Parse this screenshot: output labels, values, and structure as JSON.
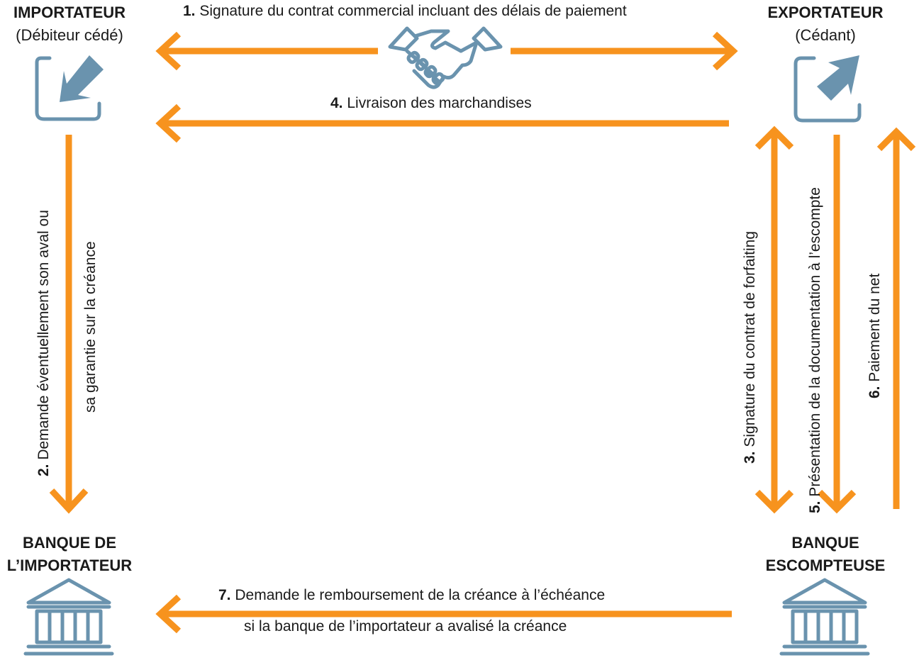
{
  "parties": {
    "importer": {
      "title": "IMPORTATEUR",
      "subtitle": "(Débiteur cédé)"
    },
    "exporter": {
      "title": "EXPORTATEUR",
      "subtitle": "(Cédant)"
    },
    "importer_bank": {
      "line1": "BANQUE DE",
      "line2": "L’IMPORTATEUR"
    },
    "discount_bank": {
      "line1": "BANQUE",
      "line2": "ESCOMPTEUSE"
    }
  },
  "steps": {
    "s1": {
      "num": "1.",
      "text": " Signature du contrat commercial incluant des délais de paiement"
    },
    "s2": {
      "num": "2.",
      "text": " Demande éventuellement son aval ou",
      "text2": "sa garantie sur la créance"
    },
    "s3": {
      "num": "3.",
      "text": " Signature  du contrat de forfaiting"
    },
    "s4": {
      "num": "4.",
      "text": " Livraison des marchandises"
    },
    "s5": {
      "num": "5.",
      "text": " Présentation de la documentation à l’escompte"
    },
    "s6": {
      "num": "6.",
      "text": " Paiement du net"
    },
    "s7": {
      "num": "7.",
      "text": " Demande le remboursement de la créance à l’échéance",
      "text2": "si la banque de l’importateur a avalisé la créance"
    }
  },
  "icons": {
    "importer": "inbox-arrow-icon",
    "exporter": "outbox-arrow-icon",
    "handshake": "handshake-icon",
    "bank": "bank-building-icon"
  },
  "colors": {
    "arrow": "#F7931E",
    "icon": "#6A93AE"
  }
}
